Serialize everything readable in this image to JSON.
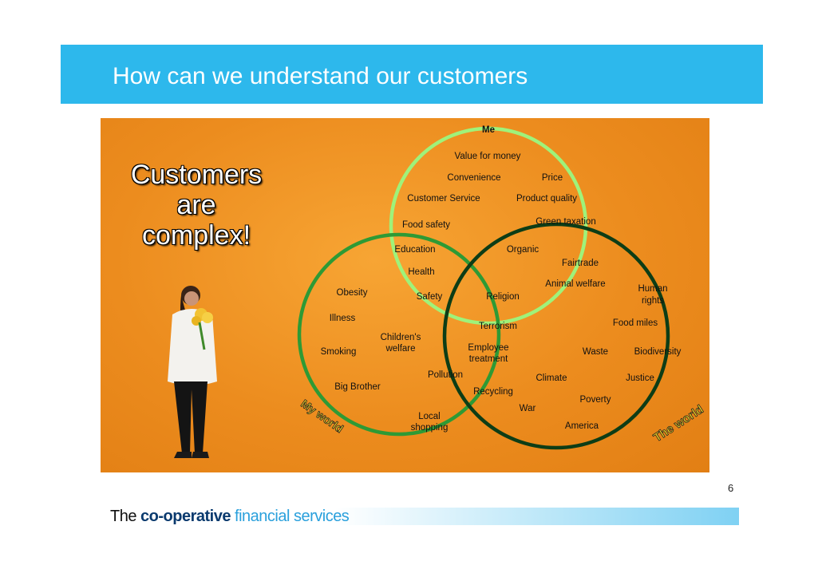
{
  "slide": {
    "title": "How can we understand our customers",
    "headline": [
      "Customers",
      "are",
      "complex!"
    ],
    "page_number": "6"
  },
  "brand": {
    "part1": "The ",
    "part2": "co-operative",
    "part3": " financial services"
  },
  "venn": {
    "circles": [
      {
        "name": "Me",
        "color": "#9ff27a"
      },
      {
        "name": "My world",
        "color": "#2e9a35"
      },
      {
        "name": "The world",
        "color": "#0d3d16"
      }
    ],
    "labels": [
      {
        "text": "Me"
      },
      {
        "text": "Value for money"
      },
      {
        "text": "Convenience"
      },
      {
        "text": "Price"
      },
      {
        "text": "Customer Service"
      },
      {
        "text": "Product quality"
      },
      {
        "text": "Food safety"
      },
      {
        "text": "Green taxation"
      },
      {
        "text": "Education"
      },
      {
        "text": "Organic"
      },
      {
        "text": "Fairtrade"
      },
      {
        "text": "Health"
      },
      {
        "text": "Animal welfare"
      },
      {
        "text": "Human"
      },
      {
        "text": "rights"
      },
      {
        "text": "Obesity"
      },
      {
        "text": "Safety"
      },
      {
        "text": "Religion"
      },
      {
        "text": "Illness"
      },
      {
        "text": "Terrorism"
      },
      {
        "text": "Food miles"
      },
      {
        "text": "Children's"
      },
      {
        "text": "welfare"
      },
      {
        "text": "Employee"
      },
      {
        "text": "treatment"
      },
      {
        "text": "Smoking"
      },
      {
        "text": "Waste"
      },
      {
        "text": "Biodiversity"
      },
      {
        "text": "Pollution"
      },
      {
        "text": "Climate"
      },
      {
        "text": "Justice"
      },
      {
        "text": "Big Brother"
      },
      {
        "text": "Recycling"
      },
      {
        "text": "Poverty"
      },
      {
        "text": "War"
      },
      {
        "text": "Local"
      },
      {
        "text": "shopping"
      },
      {
        "text": "America"
      },
      {
        "text": "My world"
      },
      {
        "text": "The world"
      }
    ]
  },
  "colors": {
    "title_bar": "#2db8ec",
    "wall": "#ec8c1e"
  }
}
